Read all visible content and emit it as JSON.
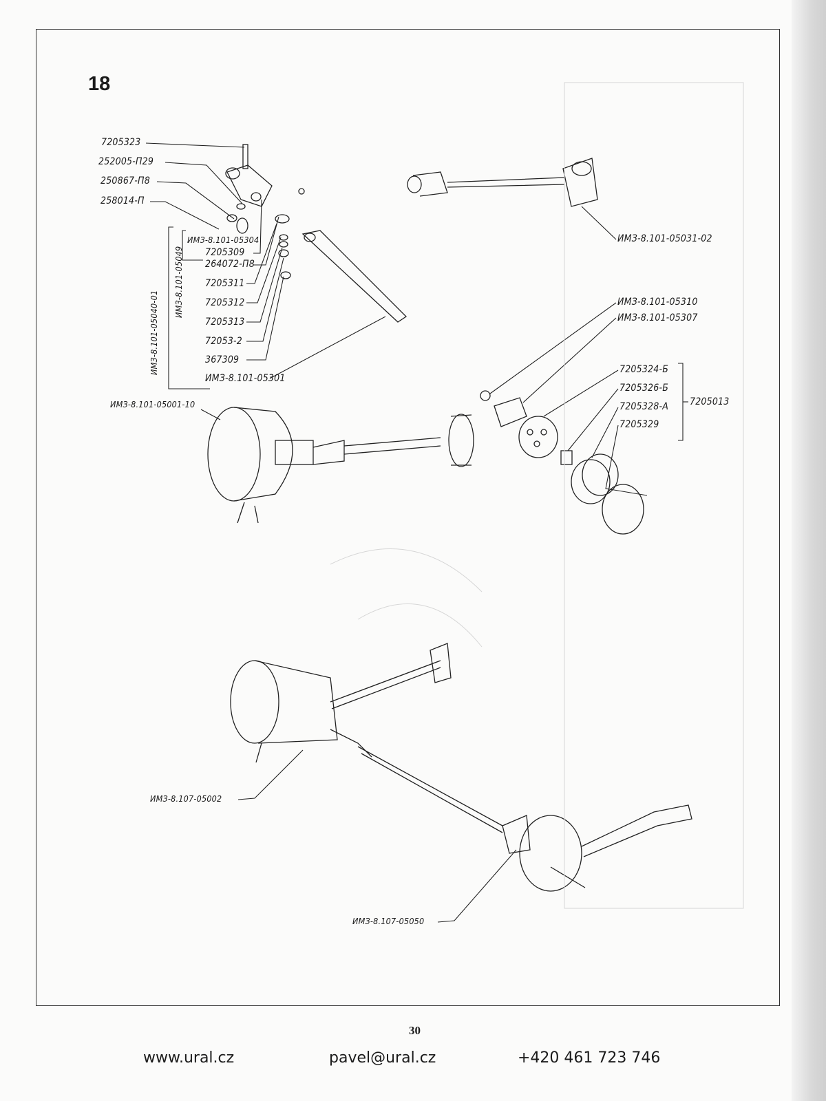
{
  "figure_number": "18",
  "page_number": "30",
  "labels": {
    "l7205323": "7205323",
    "l252005": "252005-П29",
    "l250867": "250867-П8",
    "l258014": "258014-П",
    "l05304": "ИМЗ-8.101-05304",
    "l7205309": "7205309",
    "l264072": "264072-П8",
    "l7205311": "7205311",
    "l7205312": "7205312",
    "l7205313": "7205313",
    "l72053_2": "72053-2",
    "l367309": "367309",
    "l05301": "ИМЗ-8.101-05301",
    "l05040": "ИМЗ-8.101-05040-01",
    "l05049": "ИМЗ-8.101-05049",
    "l05031": "ИМЗ-8.101-05031-02",
    "l05310": "ИМЗ-8.101-05310",
    "l05307": "ИМЗ-8.101-05307",
    "l7205324": "7205324-Б",
    "l7205326": "7205326-Б",
    "l7205328": "7205328-А",
    "l7205329": "7205329",
    "l7205013": "7205013",
    "l05001": "ИМЗ-8.101-05001-10",
    "l05002": "ИМЗ-8.107-05002",
    "l05050": "ИМЗ-8.107-05050"
  },
  "footer": {
    "website": "www.ural.cz",
    "email": "pavel@ural.cz",
    "phone": "+420 461 723 746"
  }
}
